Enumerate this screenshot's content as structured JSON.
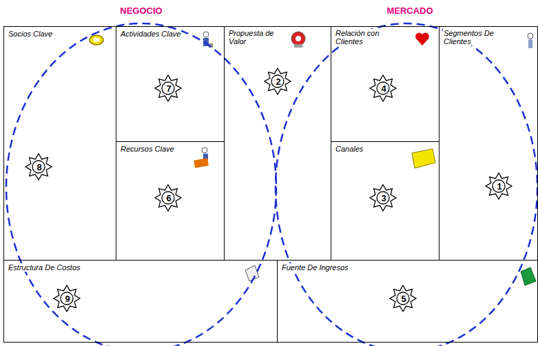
{
  "diagram": {
    "nodes": [
      {
        "text": [
          "Socios Clave",
          "8"
        ]
      },
      {
        "text": [
          "Actividades Clave",
          "7"
        ]
      },
      {
        "text": [
          "Propuesta de Valor",
          "2"
        ]
      },
      {
        "text": [
          "Relación con Clientes",
          "4"
        ]
      },
      {
        "text": [
          "Segmentos De Clientes",
          "1"
        ]
      },
      {
        "text": [
          "Recursos Clave",
          "6"
        ]
      },
      {
        "text": [
          "Canales",
          "3"
        ]
      },
      {
        "text": [
          "Estructura De Costos",
          "9"
        ]
      },
      {
        "text": [
          "Fuente De Ingresos",
          "5"
        ]
      }
    ],
    "labels": [
      "NEGOCIO",
      "MERCADO"
    ]
  }
}
